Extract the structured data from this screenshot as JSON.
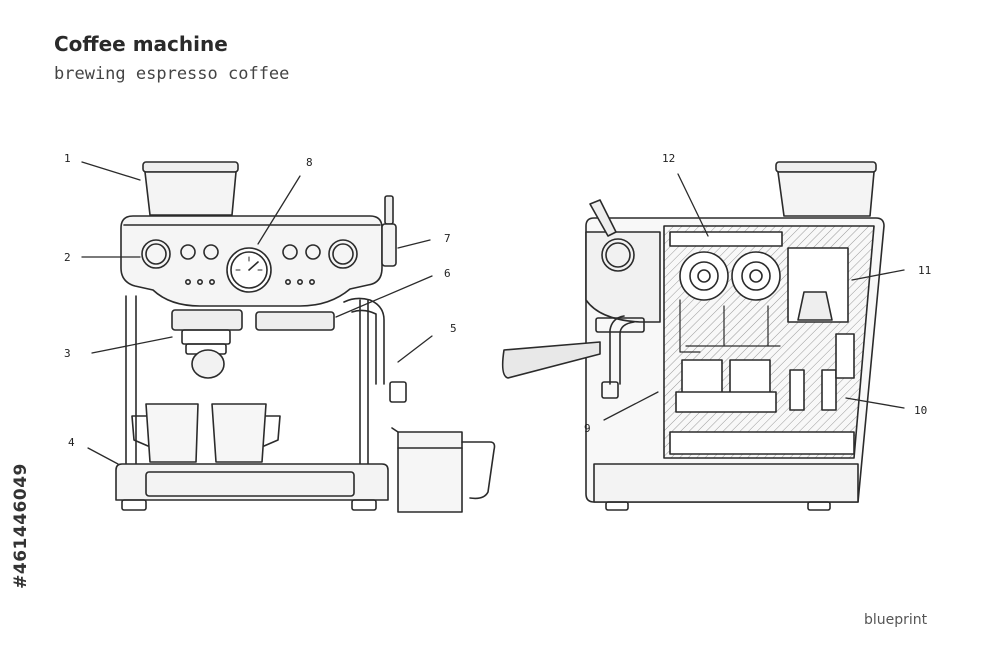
{
  "header": {
    "title": "Coffee machine",
    "subtitle": "brewing espresso coffee"
  },
  "footer": {
    "label": "blueprint"
  },
  "stock_id": "#461446049",
  "callouts": {
    "c1": "1",
    "c2": "2",
    "c3": "3",
    "c4": "4",
    "c5": "5",
    "c6": "6",
    "c7": "7",
    "c8": "8",
    "c9": "9",
    "c10": "10",
    "c11": "11",
    "c12": "12"
  },
  "colors": {
    "outline": "#2b2b2b",
    "fill_light": "#f2f2f2",
    "fill_mid": "#e6e6e6",
    "hatch": "#9a9a9a",
    "text": "#2a2a2a"
  }
}
